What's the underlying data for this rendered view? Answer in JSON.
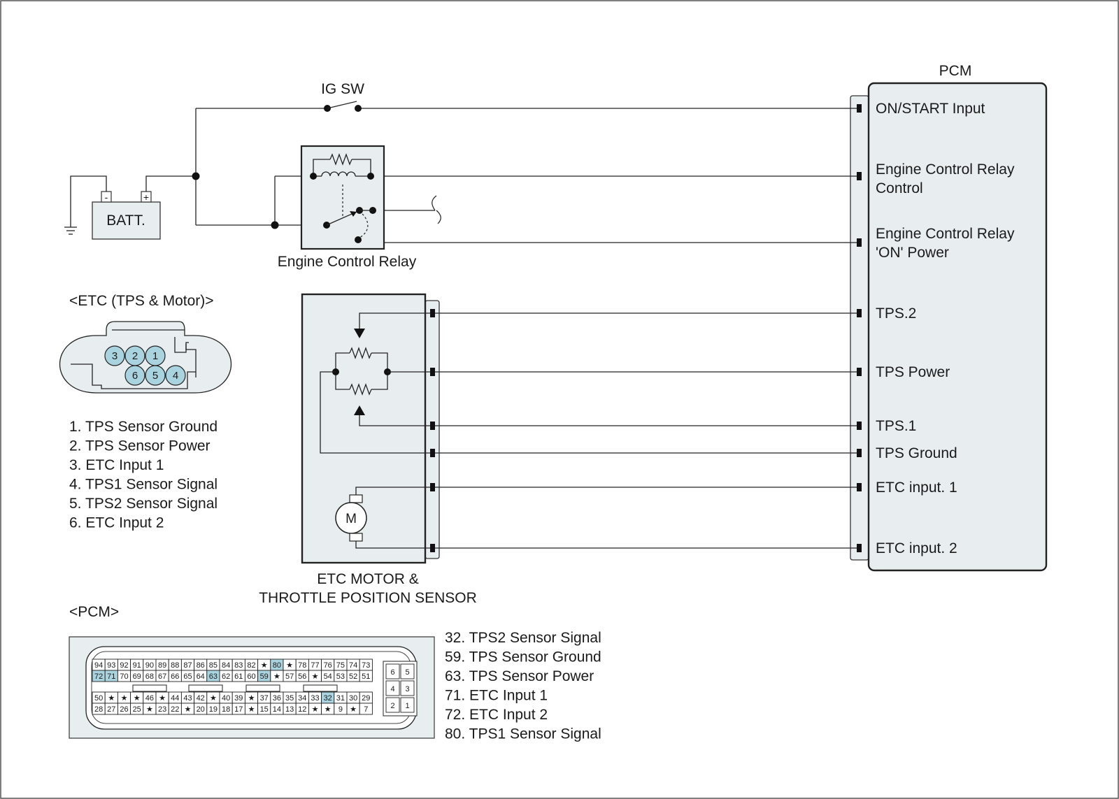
{
  "diagram": {
    "components": {
      "pcm_title": "PCM",
      "ig_sw": "IG SW",
      "battery": "BATT.",
      "battery_neg": "-",
      "battery_pos": "+",
      "relay": "Engine Control Relay",
      "etc_line1": "ETC MOTOR &",
      "etc_line2": "THROTTLE POSITION SENSOR",
      "motor": "M"
    },
    "pcm_terminals": [
      {
        "lines": [
          "ON/START Input"
        ]
      },
      {
        "lines": [
          "Engine Control Relay",
          "Control"
        ]
      },
      {
        "lines": [
          "Engine Control Relay",
          "'ON' Power"
        ]
      },
      {
        "lines": [
          "TPS.2"
        ]
      },
      {
        "lines": [
          "TPS Power"
        ]
      },
      {
        "lines": [
          "TPS.1"
        ]
      },
      {
        "lines": [
          "TPS Ground"
        ]
      },
      {
        "lines": [
          "ETC input. 1"
        ]
      },
      {
        "lines": [
          "ETC input. 2"
        ]
      }
    ],
    "etc_connector": {
      "title": "<ETC (TPS & Motor)>",
      "pins": [
        "3",
        "2",
        "1",
        "6",
        "5",
        "4"
      ],
      "legend": [
        "1. TPS Sensor Ground",
        "2. TPS Sensor Power",
        "3. ETC Input 1",
        "4. TPS1 Sensor Signal",
        "5. TPS2 Sensor Signal",
        "6. ETC Input 2"
      ]
    },
    "pcm_connector": {
      "title": "<PCM>",
      "rows": [
        [
          "94",
          "93",
          "92",
          "91",
          "90",
          "89",
          "88",
          "87",
          "86",
          "85",
          "84",
          "83",
          "82",
          "★",
          "80",
          "★",
          "78",
          "77",
          "76",
          "75",
          "74",
          "73"
        ],
        [
          "72",
          "71",
          "70",
          "69",
          "68",
          "67",
          "66",
          "65",
          "64",
          "63",
          "62",
          "61",
          "60",
          "59",
          "★",
          "57",
          "56",
          "★",
          "54",
          "53",
          "52",
          "51"
        ],
        [
          "50",
          "★",
          "★",
          "★",
          "46",
          "★",
          "44",
          "43",
          "42",
          "★",
          "40",
          "39",
          "★",
          "37",
          "36",
          "35",
          "34",
          "33",
          "32",
          "31",
          "30",
          "29"
        ],
        [
          "28",
          "27",
          "26",
          "25",
          "★",
          "23",
          "22",
          "★",
          "20",
          "19",
          "18",
          "17",
          "★",
          "15",
          "14",
          "13",
          "12",
          "★",
          "★",
          "9",
          "★",
          "7"
        ]
      ],
      "highlighted": [
        "80",
        "72",
        "71",
        "63",
        "59",
        "32"
      ],
      "side_pins": [
        [
          "6",
          "5"
        ],
        [
          "4",
          "3"
        ],
        [
          "2",
          "1"
        ]
      ],
      "legend": [
        "32. TPS2 Sensor Signal",
        "59. TPS Sensor Ground",
        "63. TPS Sensor Power",
        "71. ETC Input 1",
        "72. ETC Input 2",
        "80. TPS1 Sensor Signal"
      ]
    },
    "colors": {
      "component_fill": "#e8eef0",
      "pin_fill": "#a9d3de",
      "highlight_fill": "#a9d3de",
      "wire": "#222222"
    }
  }
}
